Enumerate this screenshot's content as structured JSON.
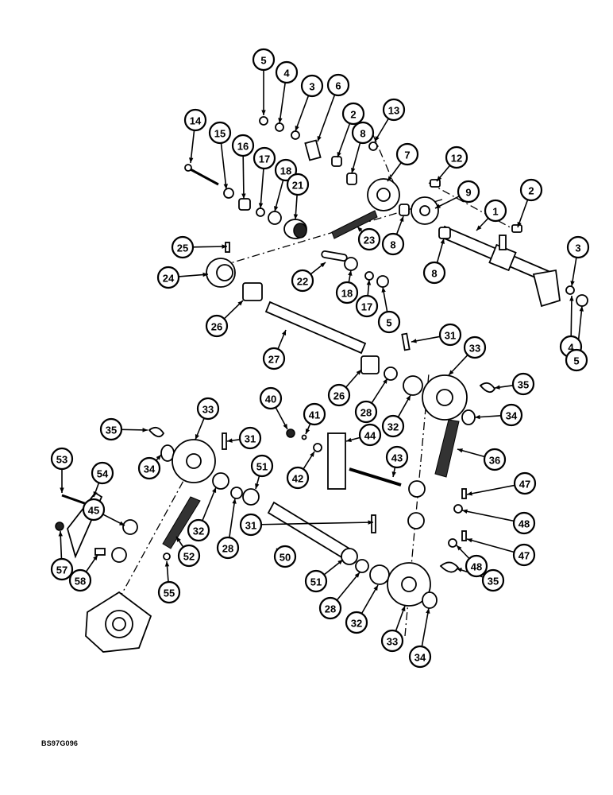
{
  "drawing_code": "BS97G096",
  "callouts": [
    {
      "label": "5"
    },
    {
      "label": "4"
    },
    {
      "label": "3"
    },
    {
      "label": "6"
    },
    {
      "label": "2"
    },
    {
      "label": "13"
    },
    {
      "label": "14"
    },
    {
      "label": "15"
    },
    {
      "label": "16"
    },
    {
      "label": "17"
    },
    {
      "label": "18"
    },
    {
      "label": "8"
    },
    {
      "label": "7"
    },
    {
      "label": "12"
    },
    {
      "label": "9"
    },
    {
      "label": "21"
    },
    {
      "label": "2"
    },
    {
      "label": "1"
    },
    {
      "label": "25"
    },
    {
      "label": "23"
    },
    {
      "label": "8"
    },
    {
      "label": "3"
    },
    {
      "label": "8"
    },
    {
      "label": "24"
    },
    {
      "label": "22"
    },
    {
      "label": "18"
    },
    {
      "label": "17"
    },
    {
      "label": "5"
    },
    {
      "label": "4"
    },
    {
      "label": "5"
    },
    {
      "label": "26"
    },
    {
      "label": "27"
    },
    {
      "label": "31"
    },
    {
      "label": "33"
    },
    {
      "label": "35"
    },
    {
      "label": "26"
    },
    {
      "label": "28"
    },
    {
      "label": "32"
    },
    {
      "label": "34"
    },
    {
      "label": "40"
    },
    {
      "label": "41"
    },
    {
      "label": "44"
    },
    {
      "label": "33"
    },
    {
      "label": "35"
    },
    {
      "label": "31"
    },
    {
      "label": "34"
    },
    {
      "label": "51"
    },
    {
      "label": "42"
    },
    {
      "label": "43"
    },
    {
      "label": "36"
    },
    {
      "label": "53"
    },
    {
      "label": "54"
    },
    {
      "label": "45"
    },
    {
      "label": "47"
    },
    {
      "label": "32"
    },
    {
      "label": "28"
    },
    {
      "label": "52"
    },
    {
      "label": "48"
    },
    {
      "label": "31"
    },
    {
      "label": "47"
    },
    {
      "label": "50"
    },
    {
      "label": "57"
    },
    {
      "label": "58"
    },
    {
      "label": "55"
    },
    {
      "label": "51"
    },
    {
      "label": "48"
    },
    {
      "label": "35"
    },
    {
      "label": "28"
    },
    {
      "label": "32"
    },
    {
      "label": "33"
    },
    {
      "label": "34"
    }
  ]
}
